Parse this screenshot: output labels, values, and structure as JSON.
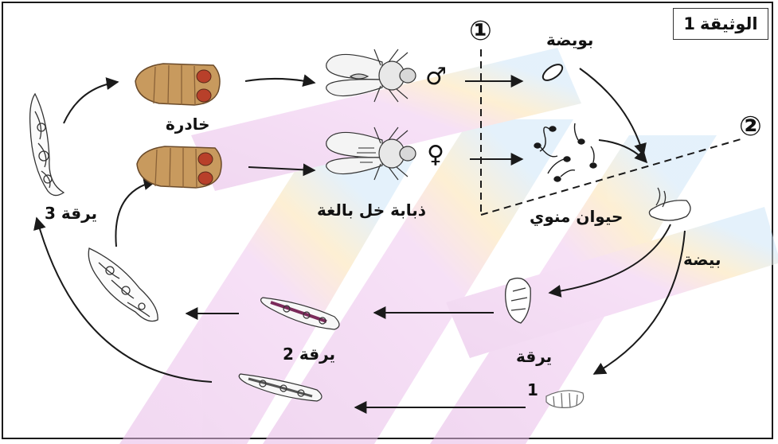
{
  "document_label": {
    "title": "الوثيقة",
    "number": "1"
  },
  "phases": {
    "phase1": "①",
    "phase2": "②"
  },
  "labels": {
    "ovule": "بويضة",
    "sperm": "حيوان منوي",
    "egg": "بيضة",
    "larva1": "يرقة",
    "larva1_num": "1",
    "larva2": "يرقة 2",
    "larva3": "يرقة 3",
    "pupa": "خادرة",
    "adult": "ذبابة خل بالغة"
  },
  "sex_symbols": {
    "male": "♂",
    "female": "♀"
  },
  "colors": {
    "arrow": "#1a1a1a",
    "pupa": "#c89a5e",
    "eye": "#b8402a",
    "frame": "#1a1a1a"
  }
}
